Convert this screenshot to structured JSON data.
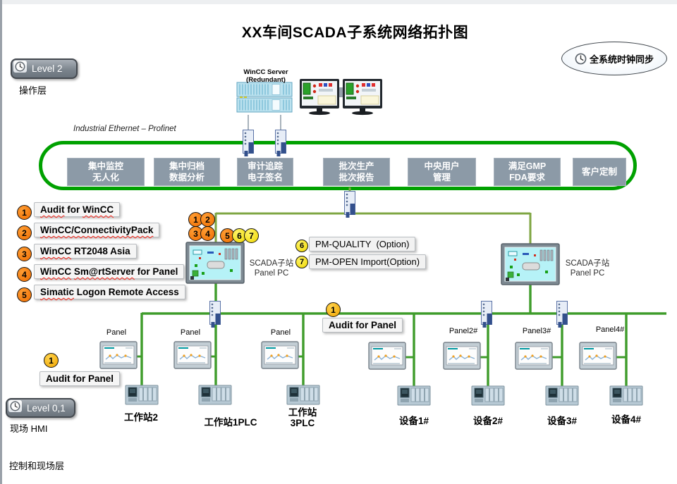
{
  "title": "XX车间SCADA子系统网络拓扑图",
  "top_right_badge": {
    "label": "全系统时钟同步"
  },
  "levels": {
    "operation": {
      "badge": "Level 2",
      "caption": "操作层"
    },
    "field": {
      "badge": "Level 0,1",
      "caption": "现场 HMI",
      "layer_caption": "控制和现场层"
    }
  },
  "backbone": {
    "ethernet_label": "Industrial Ethernet – Profinet"
  },
  "wincc_server": {
    "line1": "WinCC Server",
    "line2": "(Redundant)"
  },
  "features": [
    {
      "line1": "集中监控",
      "line2": "无人化"
    },
    {
      "line1": "集中归档",
      "line2": "数据分析"
    },
    {
      "line1": "审计追踪",
      "line2": "电子签名"
    },
    {
      "line1": "批次生产",
      "line2": "批次报告"
    },
    {
      "line1": "中央用户",
      "line2": "管理"
    },
    {
      "line1": "满足GMP",
      "line2": "FDA要求"
    },
    {
      "line1": "客户定制",
      "line2": ""
    }
  ],
  "license_list": [
    {
      "num": "1",
      "words": [
        {
          "t": "Audit",
          "w": true
        },
        {
          "t": " for ",
          "w": false
        },
        {
          "t": "WinCC",
          "w": true
        }
      ]
    },
    {
      "num": "2",
      "words": [
        {
          "t": "WinCC/ConnectivityPack",
          "w": true
        }
      ]
    },
    {
      "num": "3",
      "words": [
        {
          "t": "WinCC",
          "w": true
        },
        {
          "t": " RT2048 Asia",
          "w": false
        }
      ]
    },
    {
      "num": "4",
      "words": [
        {
          "t": "WinCC",
          "w": true
        },
        {
          "t": " ",
          "w": false
        },
        {
          "t": "Sm@rtServer",
          "w": true
        },
        {
          "t": " for Panel",
          "w": false
        }
      ]
    },
    {
      "num": "5",
      "words": [
        {
          "t": "Simatic",
          "w": true
        },
        {
          "t": " Logon Remote Access",
          "w": false
        }
      ]
    }
  ],
  "pm_options": [
    {
      "num": "6",
      "label": "PM-QUALITY  (Option)"
    },
    {
      "num": "7",
      "label": "PM-OPEN Import(Option)"
    }
  ],
  "substation_badges": {
    "row1": [
      "1",
      "2"
    ],
    "row2": [
      "3",
      "4"
    ],
    "row3": [
      "5",
      "6",
      "7"
    ]
  },
  "audit_panel": {
    "num": "1",
    "label": "Audit for Panel"
  },
  "substations": {
    "left": {
      "line1": "SCADA子站",
      "line2": "Panel PC"
    },
    "right": {
      "line1": "SCADA子站",
      "line2": "Panel PC"
    }
  },
  "workstation_group": {
    "panel_labels": [
      "Panel",
      "Panel",
      "Panel"
    ],
    "stations": [
      {
        "line1": "工作站2",
        "line2": ""
      },
      {
        "line1": "工作站1PLC",
        "line2": ""
      },
      {
        "line1": "工作站",
        "line2": "3PLC"
      }
    ]
  },
  "device_group": {
    "panel_labels": [
      "Panel2#",
      "Panel3#",
      "Panel4#"
    ],
    "devices": [
      "设备1#",
      "设备2#",
      "设备3#",
      "设备4#"
    ]
  },
  "colors": {
    "oval_green": "#00a100",
    "field_line_green": "#3f9c2b",
    "upper_line_green": "#7fa643",
    "feature_box_gray": "#8c9aa7",
    "orange_badge": "#ee6c00",
    "yellow_badge": "#eed600",
    "gold_badge": "#f0a500"
  }
}
